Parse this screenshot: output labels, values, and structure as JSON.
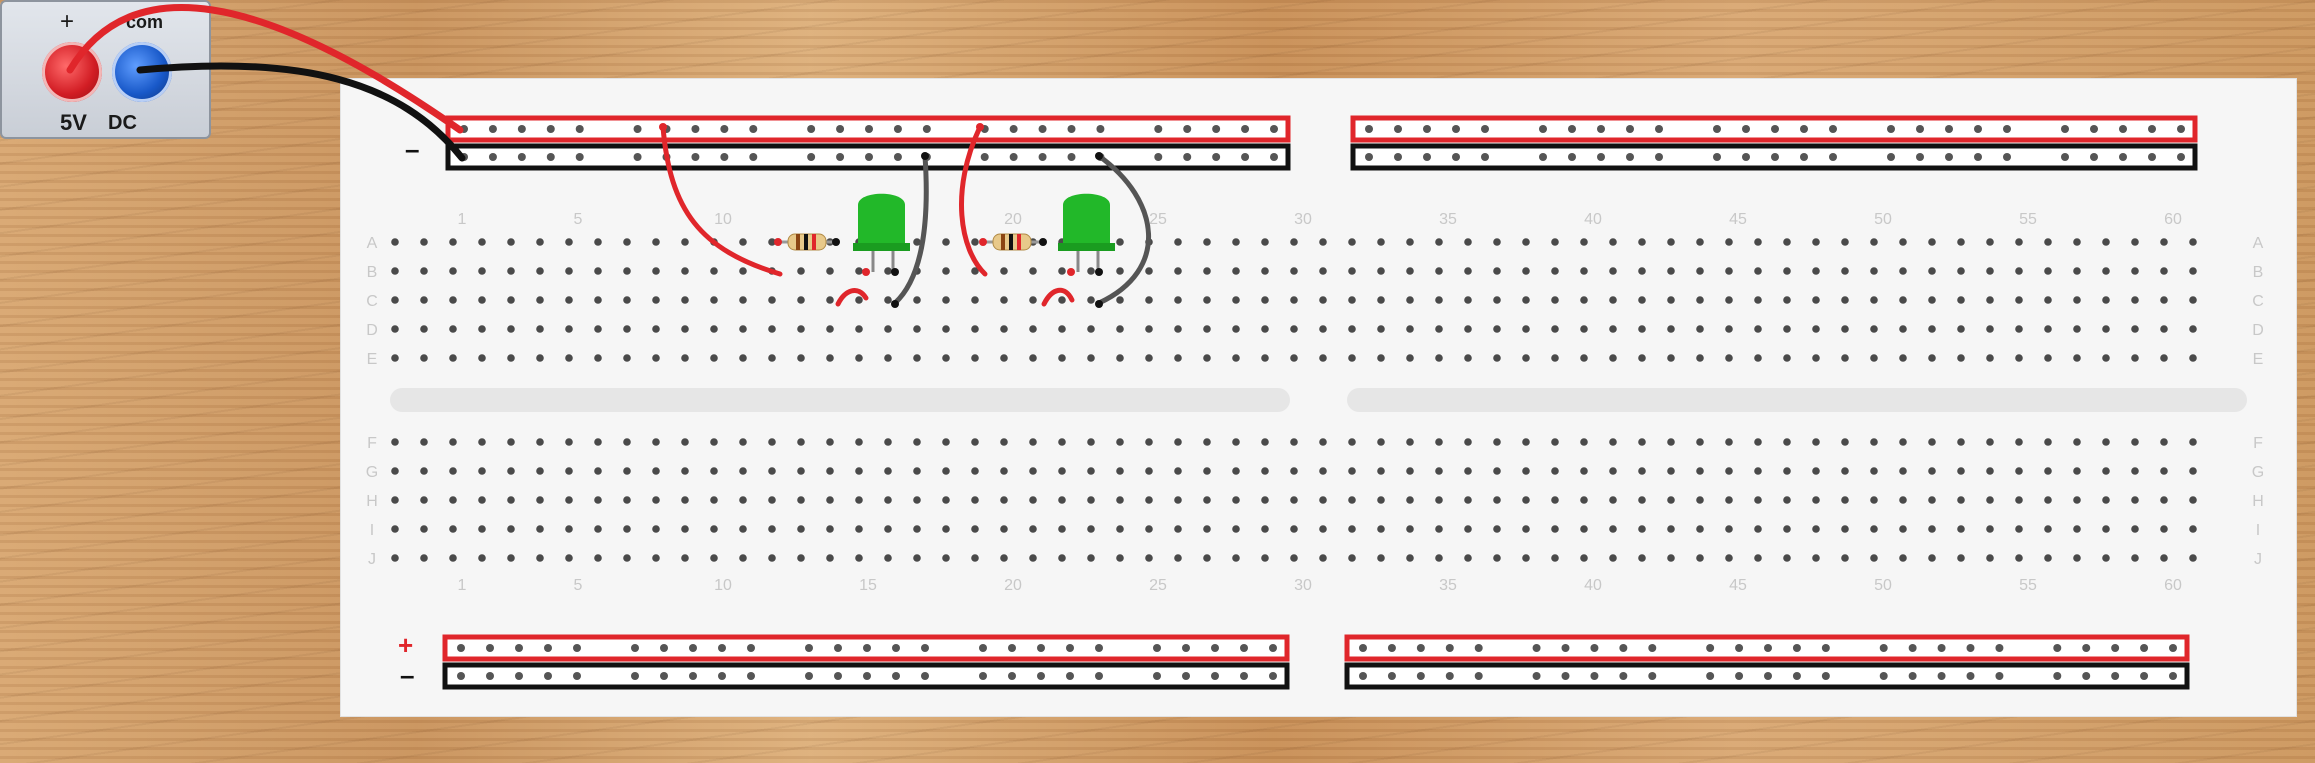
{
  "supply": {
    "plus_sign": "+",
    "com_label": "com",
    "voltage_label": "5V",
    "type_label": "DC"
  },
  "board": {
    "top_rail_minus": "–",
    "bottom_rail_plus": "+",
    "bottom_rail_minus": "–",
    "row_labels_top": [
      "A",
      "B",
      "C",
      "D",
      "E"
    ],
    "row_labels_bottom": [
      "F",
      "G",
      "H",
      "I",
      "J"
    ],
    "column_numbers": [
      "1",
      "5",
      "10",
      "15",
      "20",
      "25",
      "30",
      "35",
      "40",
      "45",
      "50",
      "55",
      "60"
    ]
  },
  "colors": {
    "positive_rail": "#e0262b",
    "negative_rail": "#111111",
    "wire_red": "#e0262b",
    "wire_black": "#111111",
    "wire_gray": "#555555",
    "led": "#22b829"
  },
  "components": {
    "resistor_icon": "resistor-icon",
    "led_icon": "green-led-icon"
  }
}
